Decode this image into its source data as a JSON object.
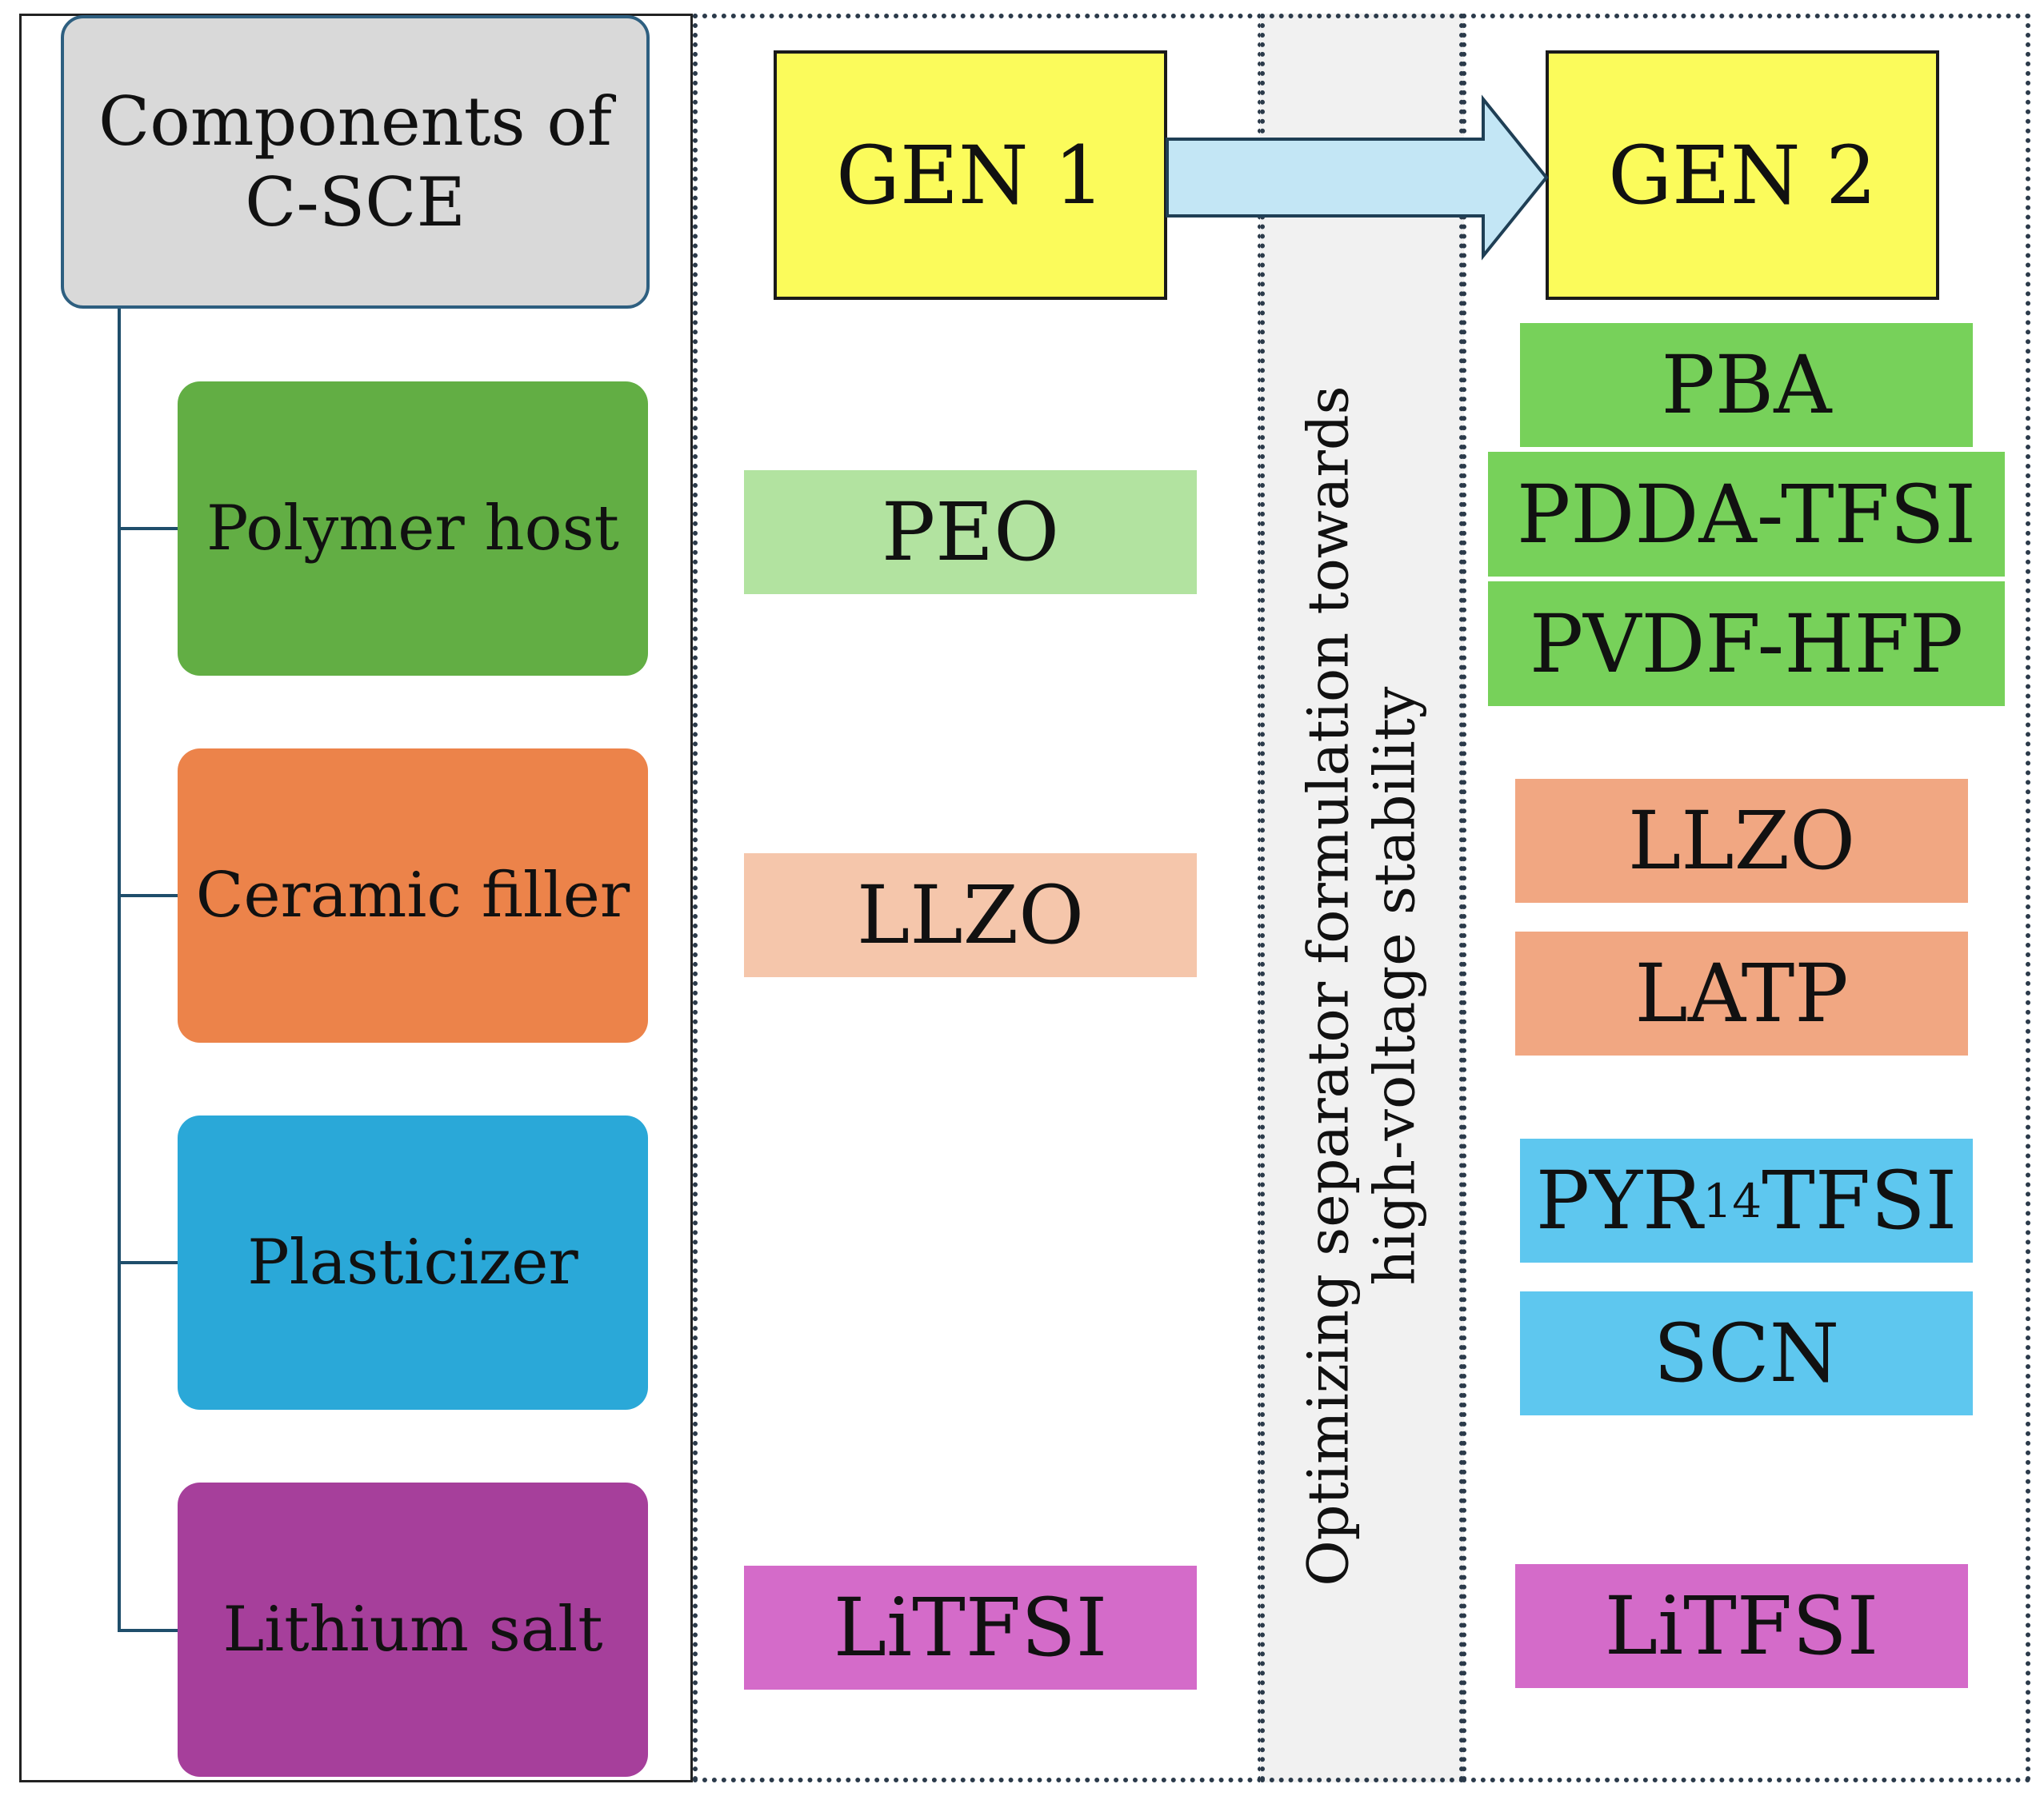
{
  "header": {
    "title": "Components of\nC-SCE"
  },
  "categories": [
    {
      "label": "Polymer host",
      "color": "#62ae44"
    },
    {
      "label": "Ceramic filler",
      "color": "#ec834a"
    },
    {
      "label": "Plasticizer",
      "color": "#2aa8d8"
    },
    {
      "label": "Lithium salt",
      "color": "#a63f9b"
    }
  ],
  "gen1": {
    "title": "GEN 1",
    "polymer_host": "PEO",
    "ceramic_filler": "LLZO",
    "lithium_salt": "LiTFSI"
  },
  "gen2": {
    "title": "GEN 2",
    "polymer_host": [
      "PBA",
      "PDDA-TFSI",
      "PVDF-HFP"
    ],
    "ceramic_filler": [
      "LLZO",
      "LATP"
    ],
    "plasticizer": [
      {
        "prefix": "PYR",
        "sub": "14",
        "suffix": "TFSI"
      },
      {
        "prefix": "SCN"
      }
    ],
    "lithium_salt": "LiTFSI"
  },
  "transition": {
    "caption": "Optimizing separator formulation towards\nhigh-voltage stability",
    "arrow_color": "#c3e6f5"
  }
}
